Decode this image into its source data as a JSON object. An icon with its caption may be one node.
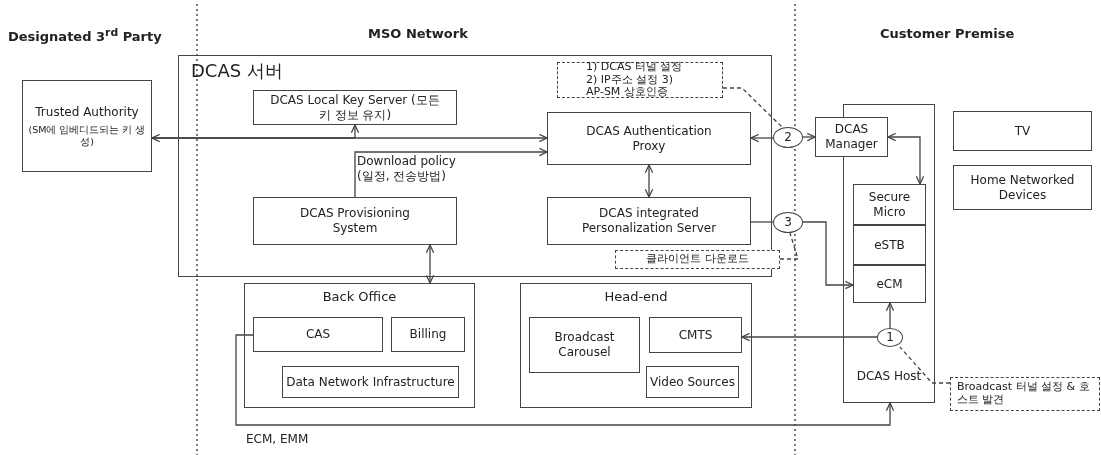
{
  "diagram": {
    "nodes": [
      {
        "text": [
          "Trusted Authority",
          "(SM에 임베디드되는 키 생성)"
        ]
      },
      {
        "text": [
          "DCAS 서버"
        ]
      },
      {
        "text": [
          "DCAS Local Key Server (모든 키 정보 유지)"
        ],
        "in": 1
      },
      {
        "text": [
          "DCAS Authentication Proxy"
        ],
        "in": 1
      },
      {
        "text": [
          "DCAS Provisioning System"
        ],
        "in": 1
      },
      {
        "text": [
          "DCAS integrated Personalization Server"
        ],
        "in": 1
      },
      {
        "text": [
          "1) DCAS 터널 설정 2) IP주소 설정 3) AP-SM 상호인증"
        ],
        "in": 1
      },
      {
        "text": [
          "클라이언트 다운로드"
        ],
        "in": 1
      },
      {
        "text": [
          "Back Office"
        ]
      },
      {
        "text": [
          "CAS"
        ],
        "in": 8
      },
      {
        "text": [
          "Billing"
        ],
        "in": 8
      },
      {
        "text": [
          "Data Network Infrastructure"
        ],
        "in": 8
      },
      {
        "text": [
          "Head-end"
        ]
      },
      {
        "text": [
          "Broadcast Carousel"
        ],
        "in": 12
      },
      {
        "text": [
          "CMTS"
        ],
        "in": 12
      },
      {
        "text": [
          "Video Sources"
        ],
        "in": 12
      },
      {
        "text": [
          "2"
        ]
      },
      {
        "text": [
          "3"
        ]
      },
      {
        "text": [
          "DCAS Host"
        ]
      },
      {
        "text": [
          "DCAS Manager"
        ]
      },
      {
        "text": [
          "Secure Micro"
        ],
        "in": 18
      },
      {
        "text": [
          "eSTB"
        ],
        "in": 18
      },
      {
        "text": [
          "eCM"
        ],
        "in": 18
      },
      {
        "text": [
          "1"
        ],
        "in": 18
      },
      {
        "text": [
          "Broadcast 터널 설정 & 호스트 발견"
        ]
      },
      {
        "text": [
          "TV"
        ]
      },
      {
        "text": [
          "Home Networked Devices"
        ]
      }
    ],
    "edges": [
      {
        "from": 0,
        "to": 3,
        "arrow": "both"
      },
      {
        "from": 0,
        "to": 2,
        "arrow": "to"
      },
      {
        "from": 4,
        "to": 3,
        "arrow": "to",
        "label": "Download policy (일정, 전송방법)"
      },
      {
        "from": 3,
        "to": 5,
        "arrow": "both"
      },
      {
        "from": 4,
        "to": 8,
        "arrow": "both"
      },
      {
        "from": 16,
        "to": 3,
        "arrow": "to"
      },
      {
        "from": 16,
        "to": 19,
        "arrow": "to"
      },
      {
        "from": 19,
        "to": 20,
        "arrow": "both"
      },
      {
        "from": 6,
        "to": 16,
        "arrow": "none",
        "style": "dashed"
      },
      {
        "from": 5,
        "to": 17,
        "arrow": "none"
      },
      {
        "from": 17,
        "to": 22,
        "arrow": "to"
      },
      {
        "from": 7,
        "to": 17,
        "arrow": "none",
        "style": "dashed"
      },
      {
        "from": 23,
        "to": 14,
        "arrow": "to"
      },
      {
        "from": 23,
        "to": 22,
        "arrow": "to"
      },
      {
        "from": 24,
        "to": 23,
        "arrow": "none",
        "style": "dashed"
      },
      {
        "from": 9,
        "to": 18,
        "arrow": "to",
        "label": "ECM, EMM"
      }
    ],
    "labels": [
      "Designated 3$^{rd}$ Party",
      "MSO Network",
      "Customer Premise"
    ]
  }
}
